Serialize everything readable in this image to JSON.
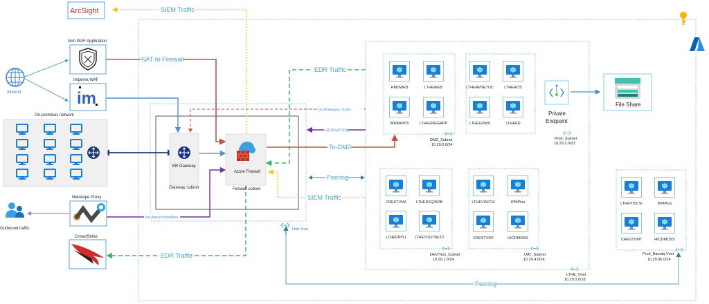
{
  "external": {
    "arcsight": {
      "label": "ArcSight"
    },
    "non_waf": {
      "label": "Non WAF Application"
    },
    "imperva": {
      "label": "Imperva WAF"
    },
    "internet": {
      "label": "Internet"
    },
    "onprem": {
      "label": "On-premises network"
    },
    "netskope": {
      "label": "Netskope Proxy"
    },
    "outbound": {
      "label": "Outbound traffic"
    },
    "crowdstrike": {
      "label": "CrowdStrike"
    }
  },
  "hub": {
    "label": "Hub Vnet",
    "er_gateway": "ER Gateway",
    "gateway_subnet": "Gateway subnet",
    "azure_firewall": "Azure Firewall",
    "firewall_subnet": "Firewall subnet"
  },
  "flows": {
    "siem_top": "SIEM Traffic",
    "nat": "NAT-to-Firewall",
    "edr_top": "EDR Traffic",
    "onprem_traffic": "On-Premises Traffic",
    "http": "HTTP/HTTPS",
    "to_dmz": "To-DMZ",
    "peering_mid": "Peering",
    "siem_mid": "SIEM Traffic",
    "via_agent": "Via Agent Installtion",
    "edr_bottom": "EDR Traffic",
    "peering_bottom": "Peering"
  },
  "subnets": {
    "dmz": {
      "name": "DMZ_Subnet",
      "cidr": "10.29.0.0/24",
      "vms": [
        "HMDWEB",
        "LTHEWEB",
        "WEBAPPS",
        "LTHFENGGAPP"
      ]
    },
    "prod": {
      "name": "Prod_Subnet",
      "cidr": "10.29.2.0/23",
      "vms": [
        "LTHEAVNETUC",
        "LTHEROS",
        "LTHEGDMS",
        "LTHEED"
      ]
    },
    "devtest": {
      "name": "DEV/Test_Subnet",
      "cidr": "10.29.1.0/24",
      "vms": [
        "CRESTVM4",
        "LTHEDSQ/ADB",
        "LTHEDIPS1",
        "LTHETDOTNET2"
      ]
    },
    "uat": {
      "name": "UAT_Subnet",
      "cidr": "10.29.4.0/24",
      "vms": [
        "LTHEVIS/CSI",
        "IPMPlus",
        "CRESTVM7",
        "HICDMOSS"
      ]
    },
    "baroda": {
      "name": "Prod_Baroda Vnet",
      "cidr": "10.29.96.0/24",
      "vms": [
        "LTHEVISCSI",
        "IPMPlus",
        "CRESTVM7",
        "HICDMOSS"
      ]
    }
  },
  "lthe_vnet": {
    "name": "LTHE_Vnet",
    "cidr": "10.29.0.0/18"
  },
  "private_endpoint": {
    "line1": "Private",
    "line2": "Endpoint"
  },
  "file_share": {
    "label": "File Share"
  },
  "colors": {
    "nat": "#c0504d",
    "siem": "#f5c518",
    "edr": "#2ebd59",
    "onprem": "#f04040",
    "http": "#7030a0",
    "peering": "#5aa0b8",
    "er": "#1f3a7a",
    "imperva": "#4a90d9",
    "vm_blue": "#1a7fd4"
  }
}
